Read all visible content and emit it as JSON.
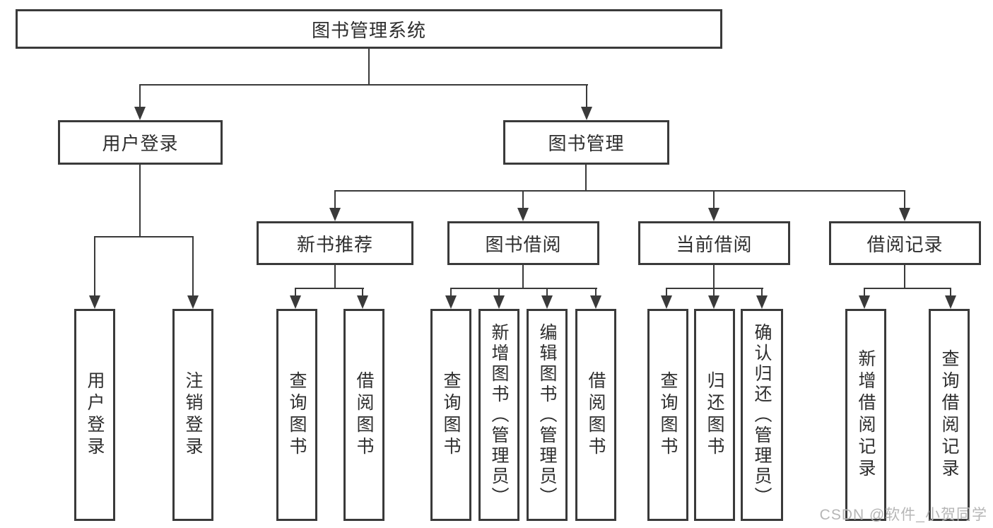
{
  "diagram_type": "hierarchy-tree",
  "colors": {
    "line": "#3a3a3a",
    "text": "#2e2e2e",
    "watermark": "#b6b6b6",
    "background": "#ffffff"
  },
  "tree": {
    "label": "图书管理系统",
    "children": [
      {
        "label": "用户登录",
        "children": [
          {
            "label": "用户登录"
          },
          {
            "label": "注销登录"
          }
        ]
      },
      {
        "label": "图书管理",
        "children": [
          {
            "label": "新书推荐",
            "children": [
              {
                "label": "查询图书"
              },
              {
                "label": "借阅图书"
              }
            ]
          },
          {
            "label": "图书借阅",
            "children": [
              {
                "label": "查询图书"
              },
              {
                "label": "新增图书（管理员）"
              },
              {
                "label": "编辑图书（管理员）"
              },
              {
                "label": "借阅图书"
              }
            ]
          },
          {
            "label": "当前借阅",
            "children": [
              {
                "label": "查询图书"
              },
              {
                "label": "归还图书"
              },
              {
                "label": "确认归还（管理员）"
              }
            ]
          },
          {
            "label": "借阅记录",
            "children": [
              {
                "label": "新增借阅记录"
              },
              {
                "label": "查询借阅记录"
              }
            ]
          }
        ]
      }
    ]
  },
  "watermark": "CSDN @软件_小贺同学"
}
